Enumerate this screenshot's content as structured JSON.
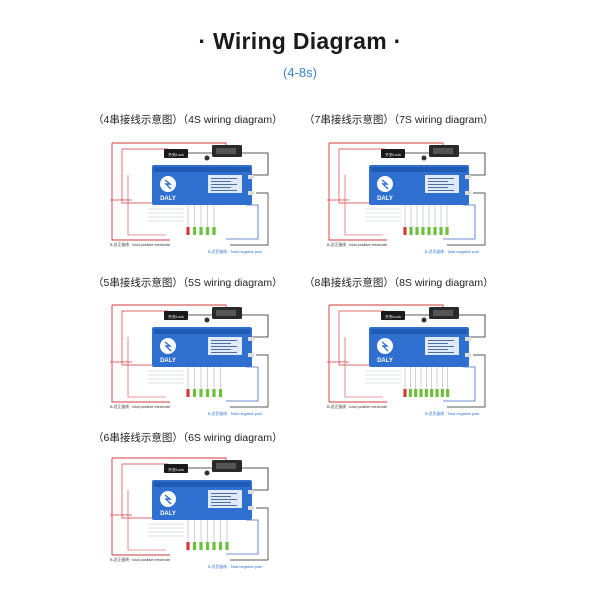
{
  "header": {
    "title": "· Wiring Diagram ·",
    "subtitle": "(4-8s)"
  },
  "common": {
    "brand": "DALY",
    "disconnection": "disconnection",
    "pos_label": "B-总正极线 · total positive electrode",
    "neg_label": "B-总负极线 · Total negative pole",
    "switch_label": "开关/Lock"
  },
  "diagrams": [
    {
      "id": "4s",
      "caption": "（4串接线示意图）（4S wiring diagram）",
      "cells": 5
    },
    {
      "id": "7s",
      "caption": "（7串接线示意图）（7S wiring diagram）",
      "cells": 8
    },
    {
      "id": "5s",
      "caption": "（5串接线示意图）（5S wiring diagram）",
      "cells": 6
    },
    {
      "id": "8s",
      "caption": "（8串接线示意图）（8S wiring diagram）",
      "cells": 9
    },
    {
      "id": "6s",
      "caption": "（6串接线示意图）（6S wiring diagram）",
      "cells": 7
    }
  ]
}
